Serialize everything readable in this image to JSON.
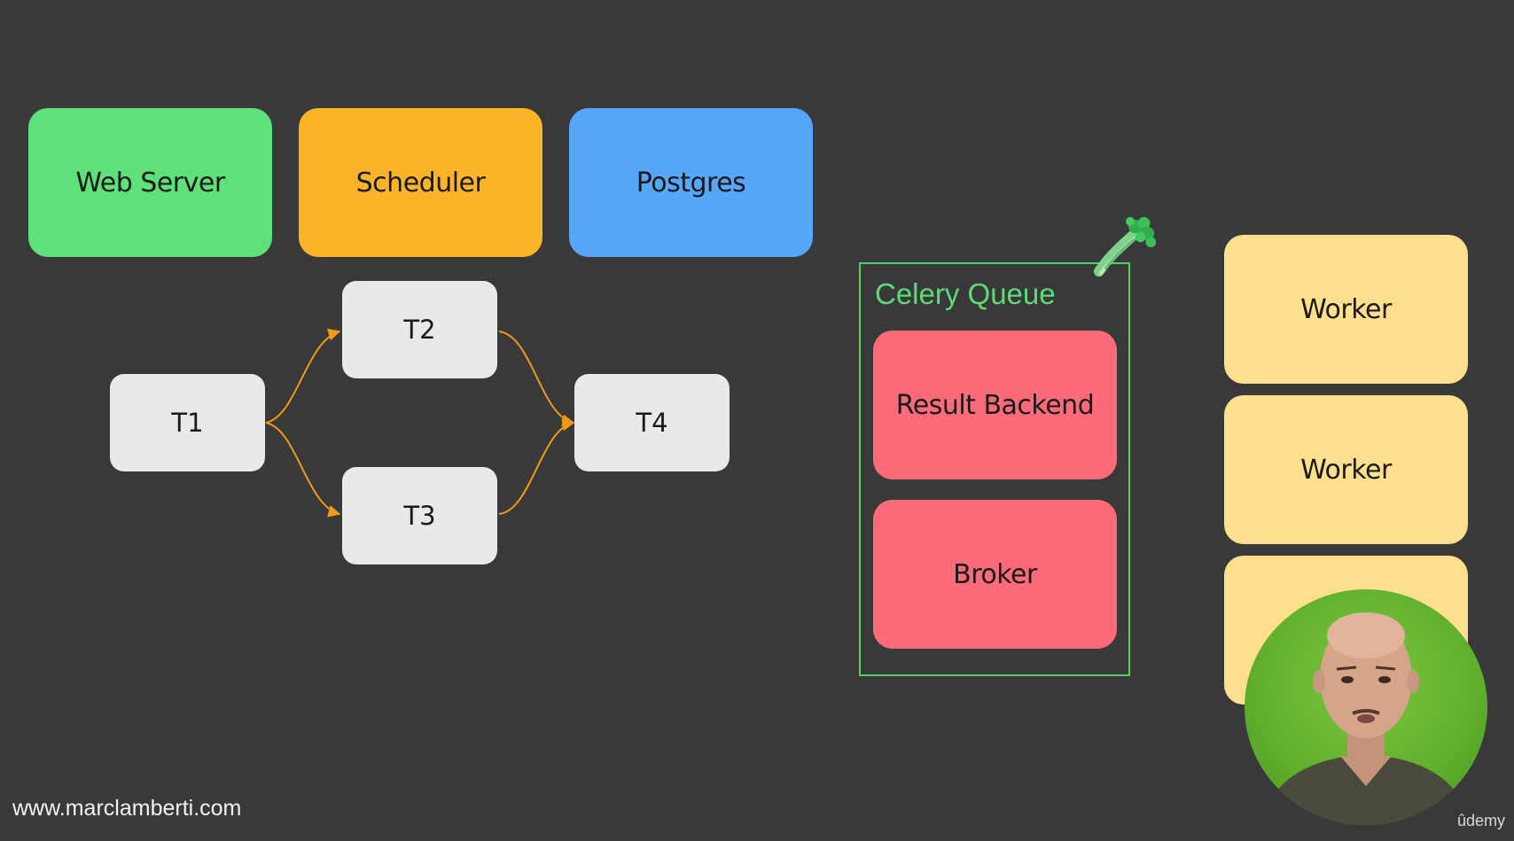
{
  "components": {
    "web_server": "Web Server",
    "scheduler": "Scheduler",
    "postgres": "Postgres"
  },
  "dag": {
    "tasks": {
      "t1": "T1",
      "t2": "T2",
      "t3": "T3",
      "t4": "T4"
    },
    "edges": [
      [
        "T1",
        "T2"
      ],
      [
        "T1",
        "T3"
      ],
      [
        "T2",
        "T4"
      ],
      [
        "T3",
        "T4"
      ]
    ]
  },
  "celery_queue": {
    "title": "Celery Queue",
    "result_backend": "Result Backend",
    "broker": "Broker",
    "logo_icon": "celery-icon"
  },
  "workers": [
    "Worker",
    "Worker",
    ""
  ],
  "footer": {
    "url": "www.marclamberti.com",
    "brand": "ûdemy"
  },
  "colors": {
    "background": "#393939",
    "web_server": "#5ee07a",
    "scheduler": "#fbb427",
    "postgres": "#56a7f9",
    "task": "#e9e9e9",
    "edge": "#f19a14",
    "queue_border": "#4fd06a",
    "queue_title": "#5bdc77",
    "result_backend": "#fd6b7b",
    "broker": "#fd6b7b",
    "worker": "#fedf8e"
  }
}
